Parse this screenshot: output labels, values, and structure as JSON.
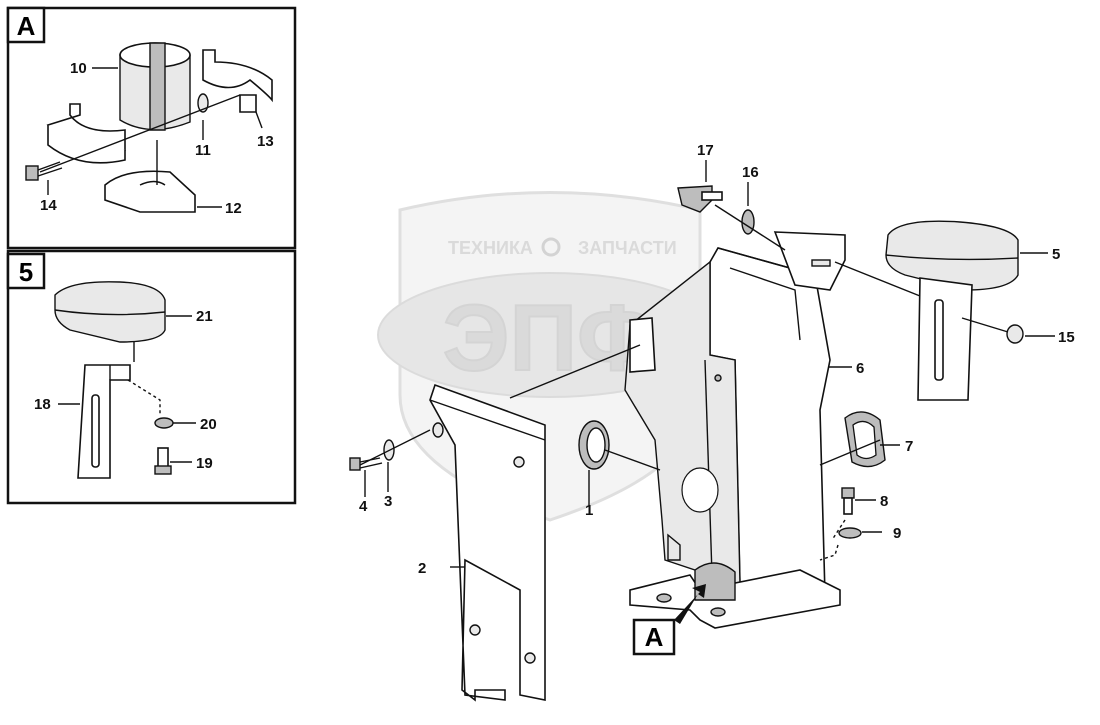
{
  "watermark": {
    "line1_left": "ТЕХНИКА",
    "line1_right": "ЗАПЧАСТИ",
    "big": "ЭПФ"
  },
  "detail_a": {
    "tag": "A"
  },
  "detail_5": {
    "tag": "5"
  },
  "main_view": {
    "tag": "A"
  },
  "callouts": {
    "p1": "1",
    "p2": "2",
    "p3": "3",
    "p4": "4",
    "p5": "5",
    "p6": "6",
    "p7": "7",
    "p8": "8",
    "p9": "9",
    "p10": "10",
    "p11": "11",
    "p12": "12",
    "p13": "13",
    "p14": "14",
    "p15": "15",
    "p16": "16",
    "p17": "17",
    "p18": "18",
    "p19": "19",
    "p20": "20",
    "p21": "21"
  }
}
